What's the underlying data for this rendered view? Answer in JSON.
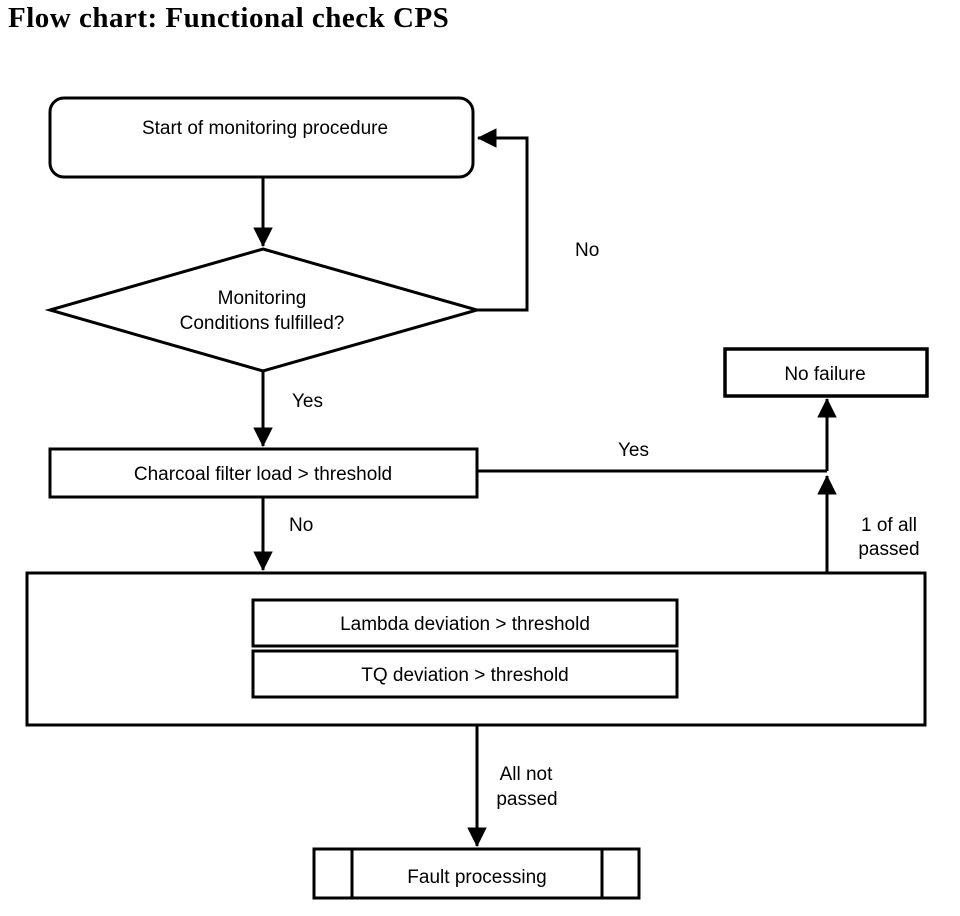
{
  "page": {
    "title": "Flow chart: Functional check CPS",
    "background_color": "#ffffff",
    "line_color": "#000000"
  },
  "nodes": {
    "start": {
      "label": "Start of monitoring procedure",
      "shape": "rounded-rectangle"
    },
    "decision": {
      "label_line1": "Monitoring",
      "label_line2": "Conditions fulfilled?",
      "shape": "diamond"
    },
    "charcoal": {
      "label": "Charcoal filter load > threshold",
      "shape": "rectangle"
    },
    "no_failure": {
      "label": "No failure",
      "shape": "rectangle"
    },
    "checks_group": {
      "label": "",
      "shape": "container-rectangle"
    },
    "lambda": {
      "label": "Lambda deviation > threshold",
      "shape": "rectangle"
    },
    "tq": {
      "label": "TQ deviation > threshold",
      "shape": "rectangle"
    },
    "fault": {
      "label": "Fault processing",
      "shape": "predefined-process"
    }
  },
  "edge_labels": {
    "decision_to_start_no": "No",
    "decision_to_charcoal_yes": "Yes",
    "charcoal_to_no_failure_yes": "Yes",
    "charcoal_to_checks_no": "No",
    "checks_to_no_failure_line1": "1 of all",
    "checks_to_no_failure_line2": "passed",
    "checks_to_fault_line1": "All not",
    "checks_to_fault_line2": "passed"
  }
}
